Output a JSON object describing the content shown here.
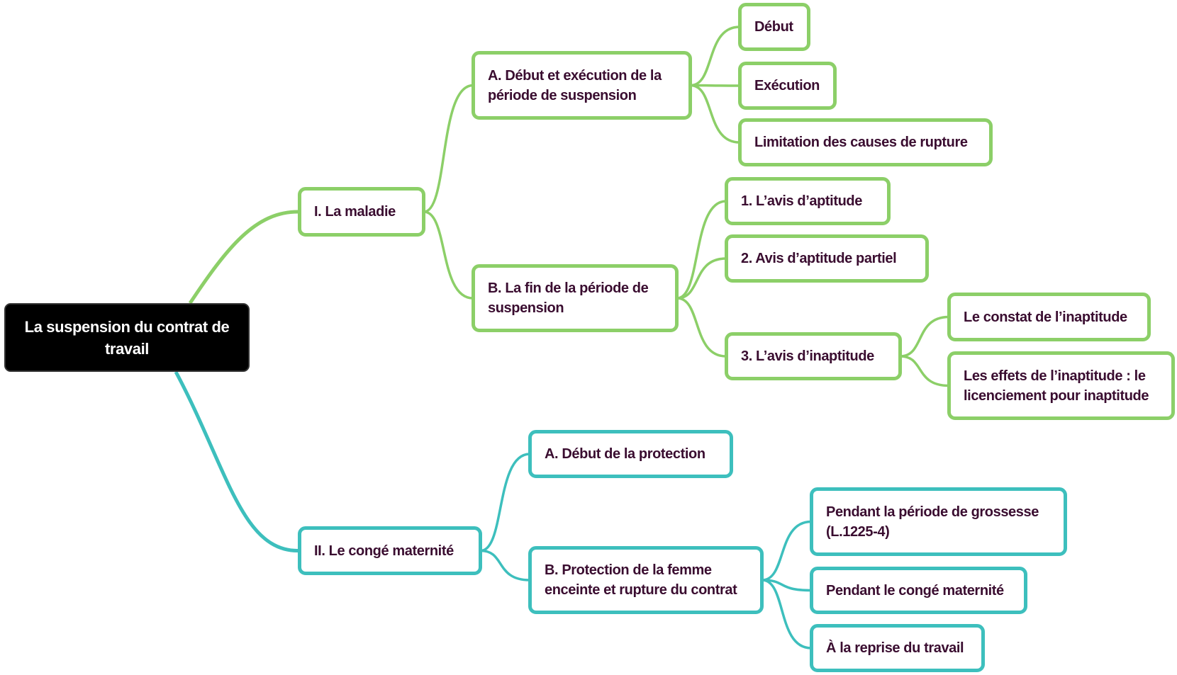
{
  "colors": {
    "green": "#8ccf68",
    "teal": "#3dbfbd",
    "text": "#3a0d30",
    "root_bg": "#000000"
  },
  "root": {
    "label": "La suspension du contrat de\ntravail"
  },
  "maladie": {
    "label": "I.   La maladie",
    "a": {
      "label": "A.  Début et exécution de la\npériode de suspension",
      "children": [
        "Début",
        "Exécution",
        "Limitation des causes de rupture"
      ]
    },
    "b": {
      "label": "B.  La fin de la période de\nsuspension",
      "children": [
        "1.   L’avis d’aptitude",
        "2.   Avis d’aptitude partiel",
        "3.   L’avis d’inaptitude"
      ],
      "inaptitude_children": [
        "Le constat de l’inaptitude",
        "Les effets de l’inaptitude : le\nlicenciement pour inaptitude"
      ]
    }
  },
  "maternite": {
    "label": "II.  Le congé maternité",
    "a": {
      "label": "A.  Début de la protection"
    },
    "b": {
      "label": "B.  Protection de la femme\nenceinte et rupture du contrat",
      "children": [
        "Pendant la période de grossesse\n(L.1225-4)",
        "Pendant le congé maternité",
        "À la reprise du travail"
      ]
    }
  }
}
